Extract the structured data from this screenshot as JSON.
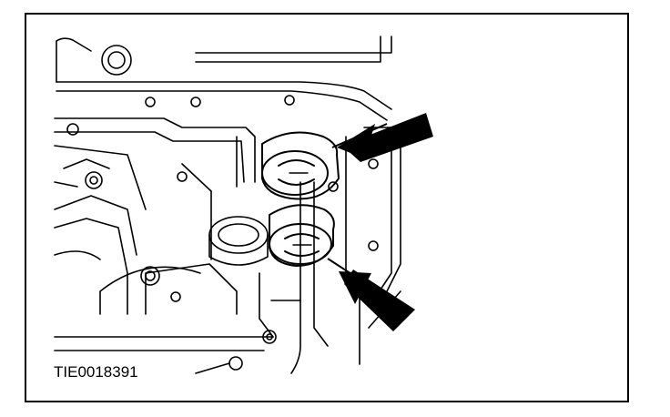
{
  "figure": {
    "code": "TIE0018391"
  },
  "colors": {
    "line": "#000000",
    "background": "#ffffff"
  },
  "parts": [
    {
      "name": "upper-seal-cup",
      "highlighted": true
    },
    {
      "name": "lower-seal-cup",
      "highlighted": true
    }
  ],
  "callouts": [
    {
      "name": "upper-arrow",
      "points_to": "upper-seal-cup"
    },
    {
      "name": "lower-arrow",
      "points_to": "lower-seal-cup"
    }
  ]
}
